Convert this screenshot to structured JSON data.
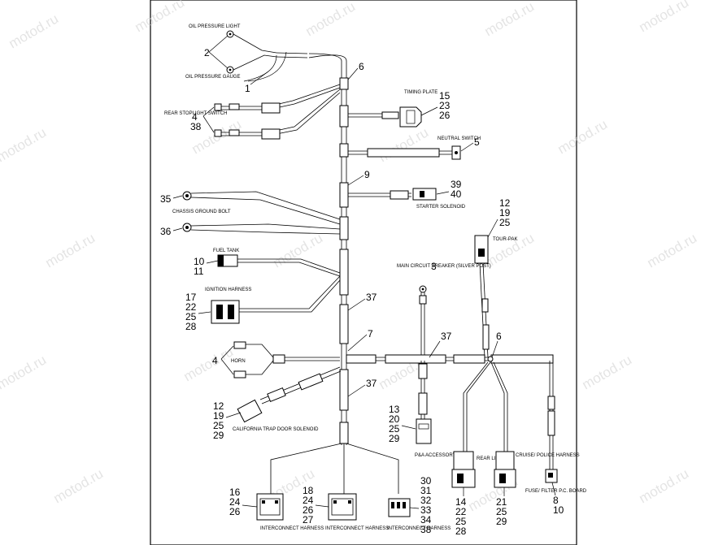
{
  "watermark": "motod.ru",
  "components": {
    "oil_pressure_light": "OIL PRESSURE LIGHT",
    "oil_pressure_gauge": "OIL PRESSURE GAUGE",
    "rear_stoplight_switch": "REAR STOPLIGHT SWITCH",
    "timing_plate": "TIMING PLATE",
    "neutral_switch": "NEUTRAL SWITCH",
    "starter_solenoid": "STARTER SOLENOID",
    "chassis_ground_bolt": "CHASSIS GROUND BOLT",
    "tour_pak": "TOUR-PAK",
    "fuel_tank": "FUEL TANK",
    "main_circuit_breaker": "MAIN CIRCUIT BREAKER (SILVER POST)",
    "ignition_harness": "IGNITION HARNESS",
    "horn": "HORN",
    "california_trap_door_solenoid": "CALIFORNIA TRAP DOOR SOLENOID",
    "pa_accessory": "P&A ACCESSORY",
    "rear_lights": "REAR LIGHTS",
    "cruise_police_harness": "CRUISE/ POLICE HARNESS",
    "fuse_filter_pc_board": "FUSE/ FILTER P.C. BOARD",
    "interconnect_harness": "INTERCONNECT HARNESS"
  },
  "callouts": {
    "c1": "1",
    "c2": "2",
    "c3": "3",
    "c5": "5",
    "c6a": "6",
    "c6b": "6",
    "c7": "7",
    "c9": "9",
    "c36": "36",
    "c35": "35",
    "c37a": "37",
    "c37b": "37",
    "c37c": "37",
    "c4a": "4",
    "c38a": "38",
    "c4b": "4",
    "c15": "15",
    "c23": "23",
    "c26a": "26",
    "c39": "39",
    "c40": "40",
    "c12a": "12",
    "c19a": "19",
    "c25a": "25",
    "c10a": "10",
    "c11": "11",
    "c17": "17",
    "c22a": "22",
    "c25b": "25",
    "c28a": "28",
    "c12b": "12",
    "c19b": "19",
    "c25c": "25",
    "c29a": "29",
    "c13": "13",
    "c20": "20",
    "c25d": "25",
    "c29b": "29",
    "c16": "16",
    "c24a": "24",
    "c26b": "26",
    "c18": "18",
    "c24b": "24",
    "c26c": "26",
    "c27": "27",
    "c30": "30",
    "c31": "31",
    "c32": "32",
    "c33": "33",
    "c34": "34",
    "c38b": "38",
    "c14": "14",
    "c22b": "22",
    "c25e": "25",
    "c28b": "28",
    "c21": "21",
    "c25f": "25",
    "c29c": "29",
    "c8": "8",
    "c10b": "10"
  }
}
